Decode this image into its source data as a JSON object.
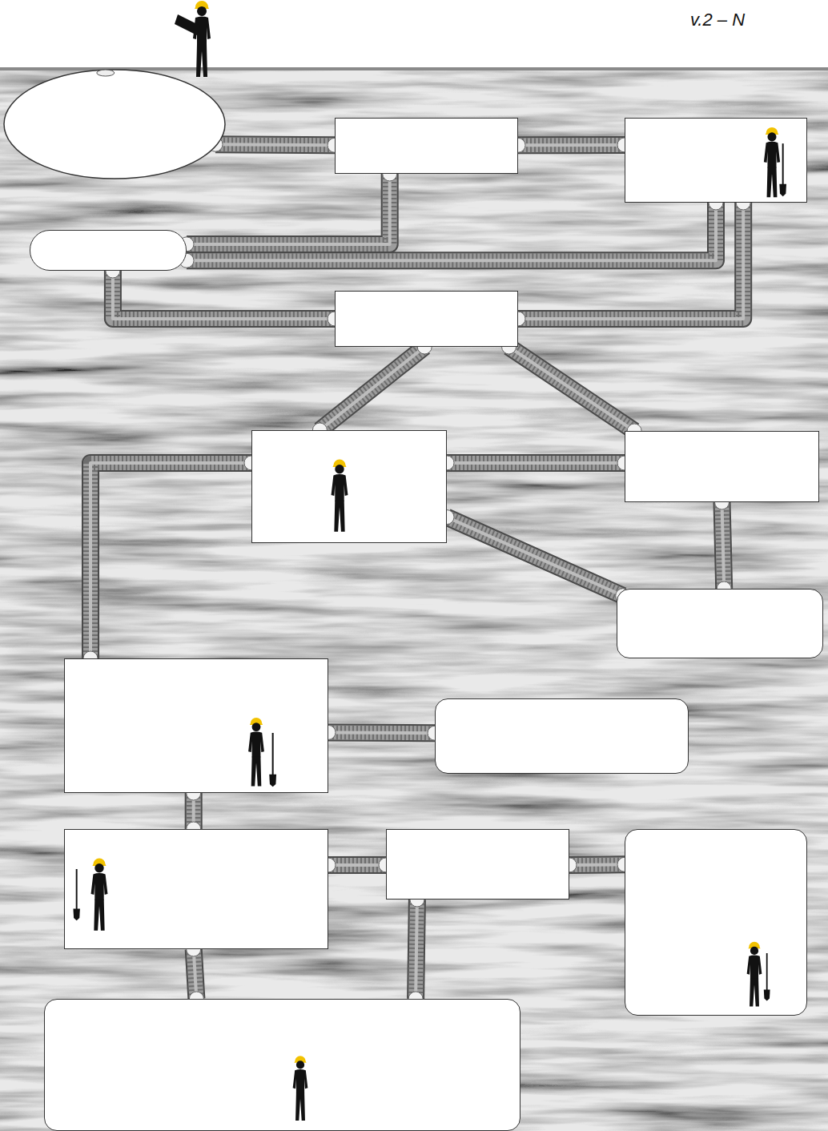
{
  "diagram": {
    "nodes": [
      {
        "text": []
      },
      {
        "text": []
      },
      {
        "text": []
      },
      {
        "text": []
      },
      {
        "text": []
      },
      {
        "text": []
      },
      {
        "text": []
      },
      {
        "text": []
      },
      {
        "text": []
      },
      {
        "text": []
      },
      {
        "text": []
      },
      {
        "text": []
      },
      {
        "text": []
      },
      {
        "text": []
      }
    ],
    "edges": [
      {
        "from": 0,
        "to": 1,
        "arrow": "none"
      },
      {
        "from": 1,
        "to": 2,
        "arrow": "none"
      },
      {
        "from": 1,
        "to": 3,
        "arrow": "none"
      },
      {
        "from": 2,
        "to": 3,
        "arrow": "none"
      },
      {
        "from": 3,
        "to": 4,
        "arrow": "none"
      },
      {
        "from": 2,
        "to": 4,
        "arrow": "none"
      },
      {
        "from": 4,
        "to": 5,
        "arrow": "none"
      },
      {
        "from": 4,
        "to": 6,
        "arrow": "none"
      },
      {
        "from": 5,
        "to": 6,
        "arrow": "none"
      },
      {
        "from": 5,
        "to": 7,
        "arrow": "none"
      },
      {
        "from": 6,
        "to": 7,
        "arrow": "none"
      },
      {
        "from": 5,
        "to": 8,
        "arrow": "none"
      },
      {
        "from": 8,
        "to": 9,
        "arrow": "none"
      },
      {
        "from": 8,
        "to": 10,
        "arrow": "none"
      },
      {
        "from": 10,
        "to": 11,
        "arrow": "none"
      },
      {
        "from": 11,
        "to": 12,
        "arrow": "none"
      },
      {
        "from": 10,
        "to": 13,
        "arrow": "none"
      },
      {
        "from": 11,
        "to": 13,
        "arrow": "none"
      }
    ],
    "labels": [
      "v.2 – N"
    ]
  }
}
